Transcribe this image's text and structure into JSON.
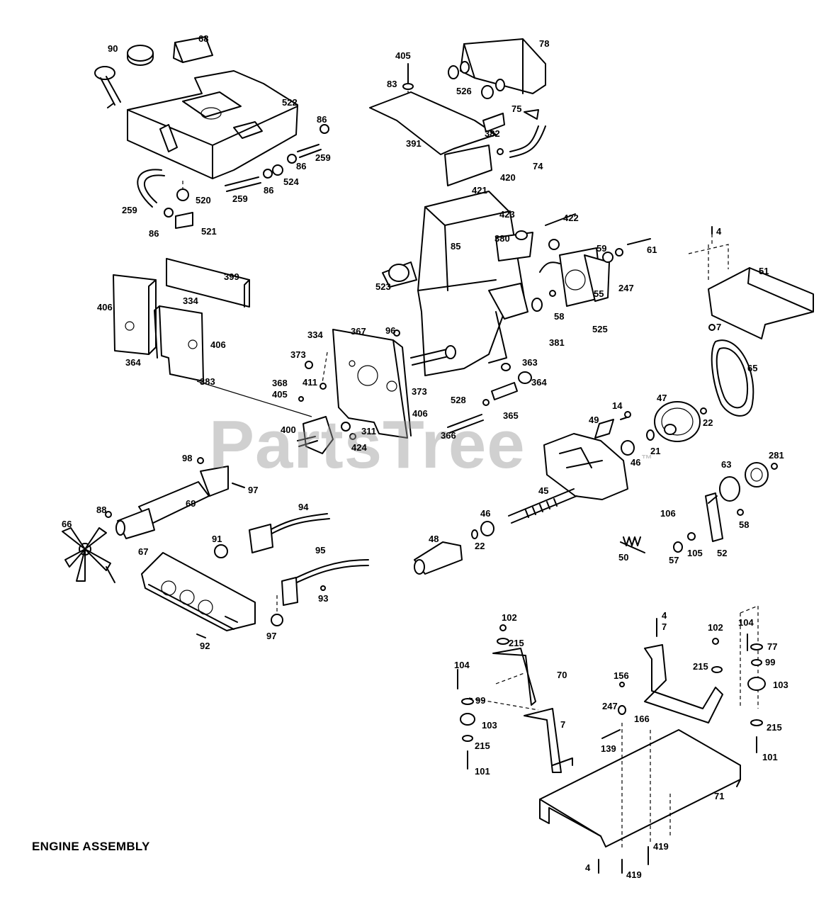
{
  "title": "ENGINE ASSEMBLY",
  "watermark": {
    "text": "PartsTree",
    "trademark": "™"
  },
  "part_labels": [
    "90",
    "68",
    "522",
    "86",
    "259",
    "86",
    "524",
    "86",
    "520",
    "259",
    "259",
    "86",
    "521",
    "405",
    "83",
    "391",
    "421",
    "420",
    "78",
    "526",
    "75",
    "382",
    "74",
    "399",
    "406",
    "334",
    "406",
    "364",
    "383",
    "423",
    "422",
    "85",
    "380",
    "59",
    "61",
    "523",
    "55",
    "247",
    "58",
    "381",
    "525",
    "4",
    "51",
    "7",
    "65",
    "334",
    "367",
    "96",
    "373",
    "368",
    "405",
    "411",
    "373",
    "406",
    "363",
    "364",
    "528",
    "365",
    "366",
    "400",
    "311",
    "424",
    "49",
    "14",
    "47",
    "22",
    "21",
    "46",
    "63",
    "281",
    "106",
    "58",
    "50",
    "57",
    "105",
    "52",
    "98",
    "97",
    "69",
    "88",
    "66",
    "94",
    "91",
    "95",
    "93",
    "67",
    "97",
    "92",
    "45",
    "46",
    "22",
    "48",
    "102",
    "215",
    "104",
    "70",
    "99",
    "103",
    "215",
    "101",
    "7",
    "4",
    "7",
    "156",
    "247",
    "166",
    "139",
    "102",
    "215",
    "71",
    "104",
    "77",
    "99",
    "103",
    "215",
    "101",
    "419",
    "4",
    "419"
  ],
  "icon_names": [
    "parts-tree-watermark"
  ]
}
